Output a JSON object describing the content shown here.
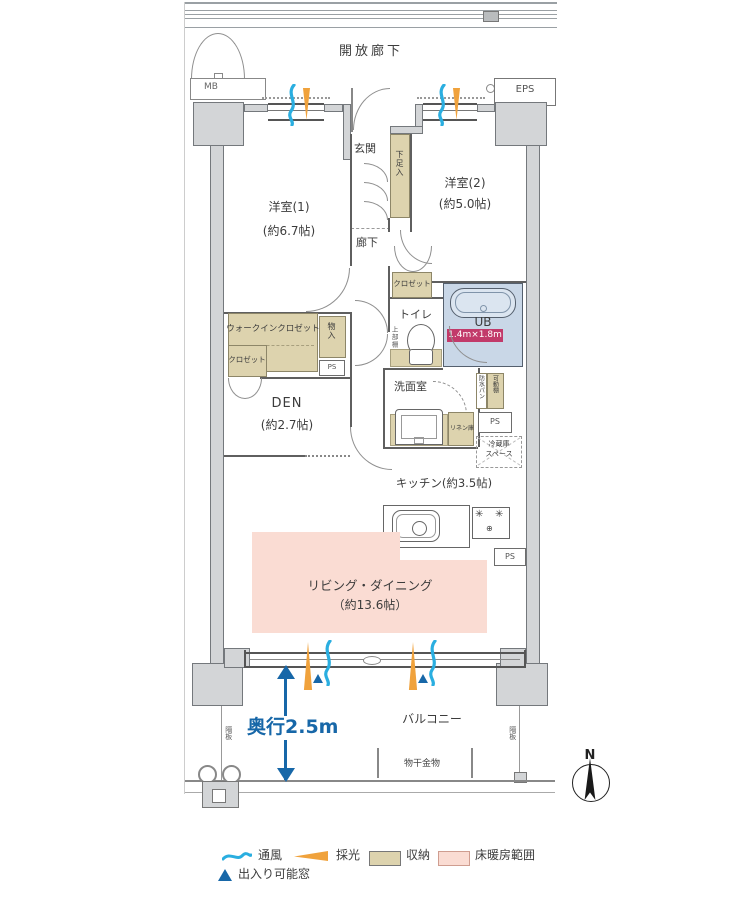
{
  "colors": {
    "wall": "#d3d5d7",
    "storage": "#ddd3ae",
    "floor_heating": "#fadcd3",
    "bath": "#c9d7e7",
    "vent": "#2aaee0",
    "daylight": "#f0a23c",
    "accent_blue": "#1767a8",
    "size_badge": "#c23a6a"
  },
  "top": {
    "corridor": "開放廊下",
    "mb": "MB",
    "eps": "EPS"
  },
  "rooms": {
    "bed1_name": "洋室(1)",
    "bed1_size": "(約6.7帖)",
    "bed2_name": "洋室(2)",
    "bed2_size": "(約5.0帖)",
    "entrance": "玄関",
    "shoe_box": "下足入",
    "hall": "廊下",
    "closet_bed2": "クロゼット",
    "toilet": "トイレ",
    "toilet_shelf": "上部棚",
    "bath_label": "UB",
    "bath_size": "1.4m×1.8m",
    "washroom": "洗面室",
    "waterproof_pan": "防水パン",
    "movable_shelf": "可動棚",
    "linen": "リネン庫",
    "ps": "PS",
    "fridge_l1": "冷蔵庫",
    "fridge_l2": "スペース",
    "wic": "ウォークインクロゼット",
    "closet_bed1": "クロゼット",
    "storage_in": "物入",
    "den_name": "DEN",
    "den_size": "(約2.7帖)",
    "kitchen": "キッチン(約3.5帖)",
    "living_name": "リビング・ダイニング",
    "living_size": "（約13.6帖）",
    "balcony": "バルコニー",
    "drying": "物干金物",
    "partition": "隔板"
  },
  "dim": {
    "depth": "奥行2.5m"
  },
  "compass": {
    "n": "N"
  },
  "legend": {
    "vent": "通風",
    "daylight": "採光",
    "storage": "収納",
    "heating": "床暖房範囲",
    "door_window": "出入り可能窓"
  }
}
